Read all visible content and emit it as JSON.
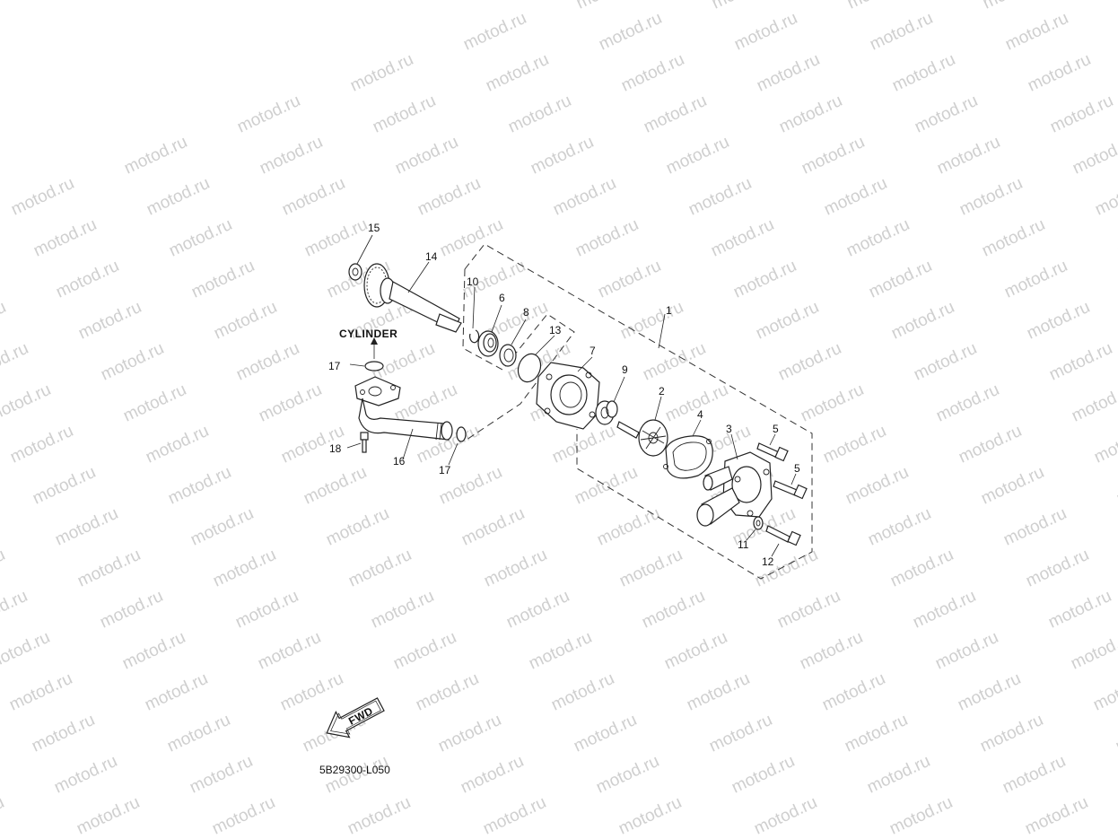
{
  "watermark": {
    "text": "motod.ru",
    "color": "#cfcfcf"
  },
  "diagram": {
    "code": "5B29300-L050",
    "cylinder_label": "CYLINDER",
    "fwd_label": "FWD",
    "callouts": {
      "c1": "1",
      "c2": "2",
      "c3": "3",
      "c4": "4",
      "c5a": "5",
      "c5b": "5",
      "c6": "6",
      "c7": "7",
      "c8": "8",
      "c9": "9",
      "c10": "10",
      "c11": "11",
      "c12": "12",
      "c13": "13",
      "c14": "14",
      "c15": "15",
      "c16": "16",
      "c17a": "17",
      "c17b": "17",
      "c18": "18"
    }
  }
}
